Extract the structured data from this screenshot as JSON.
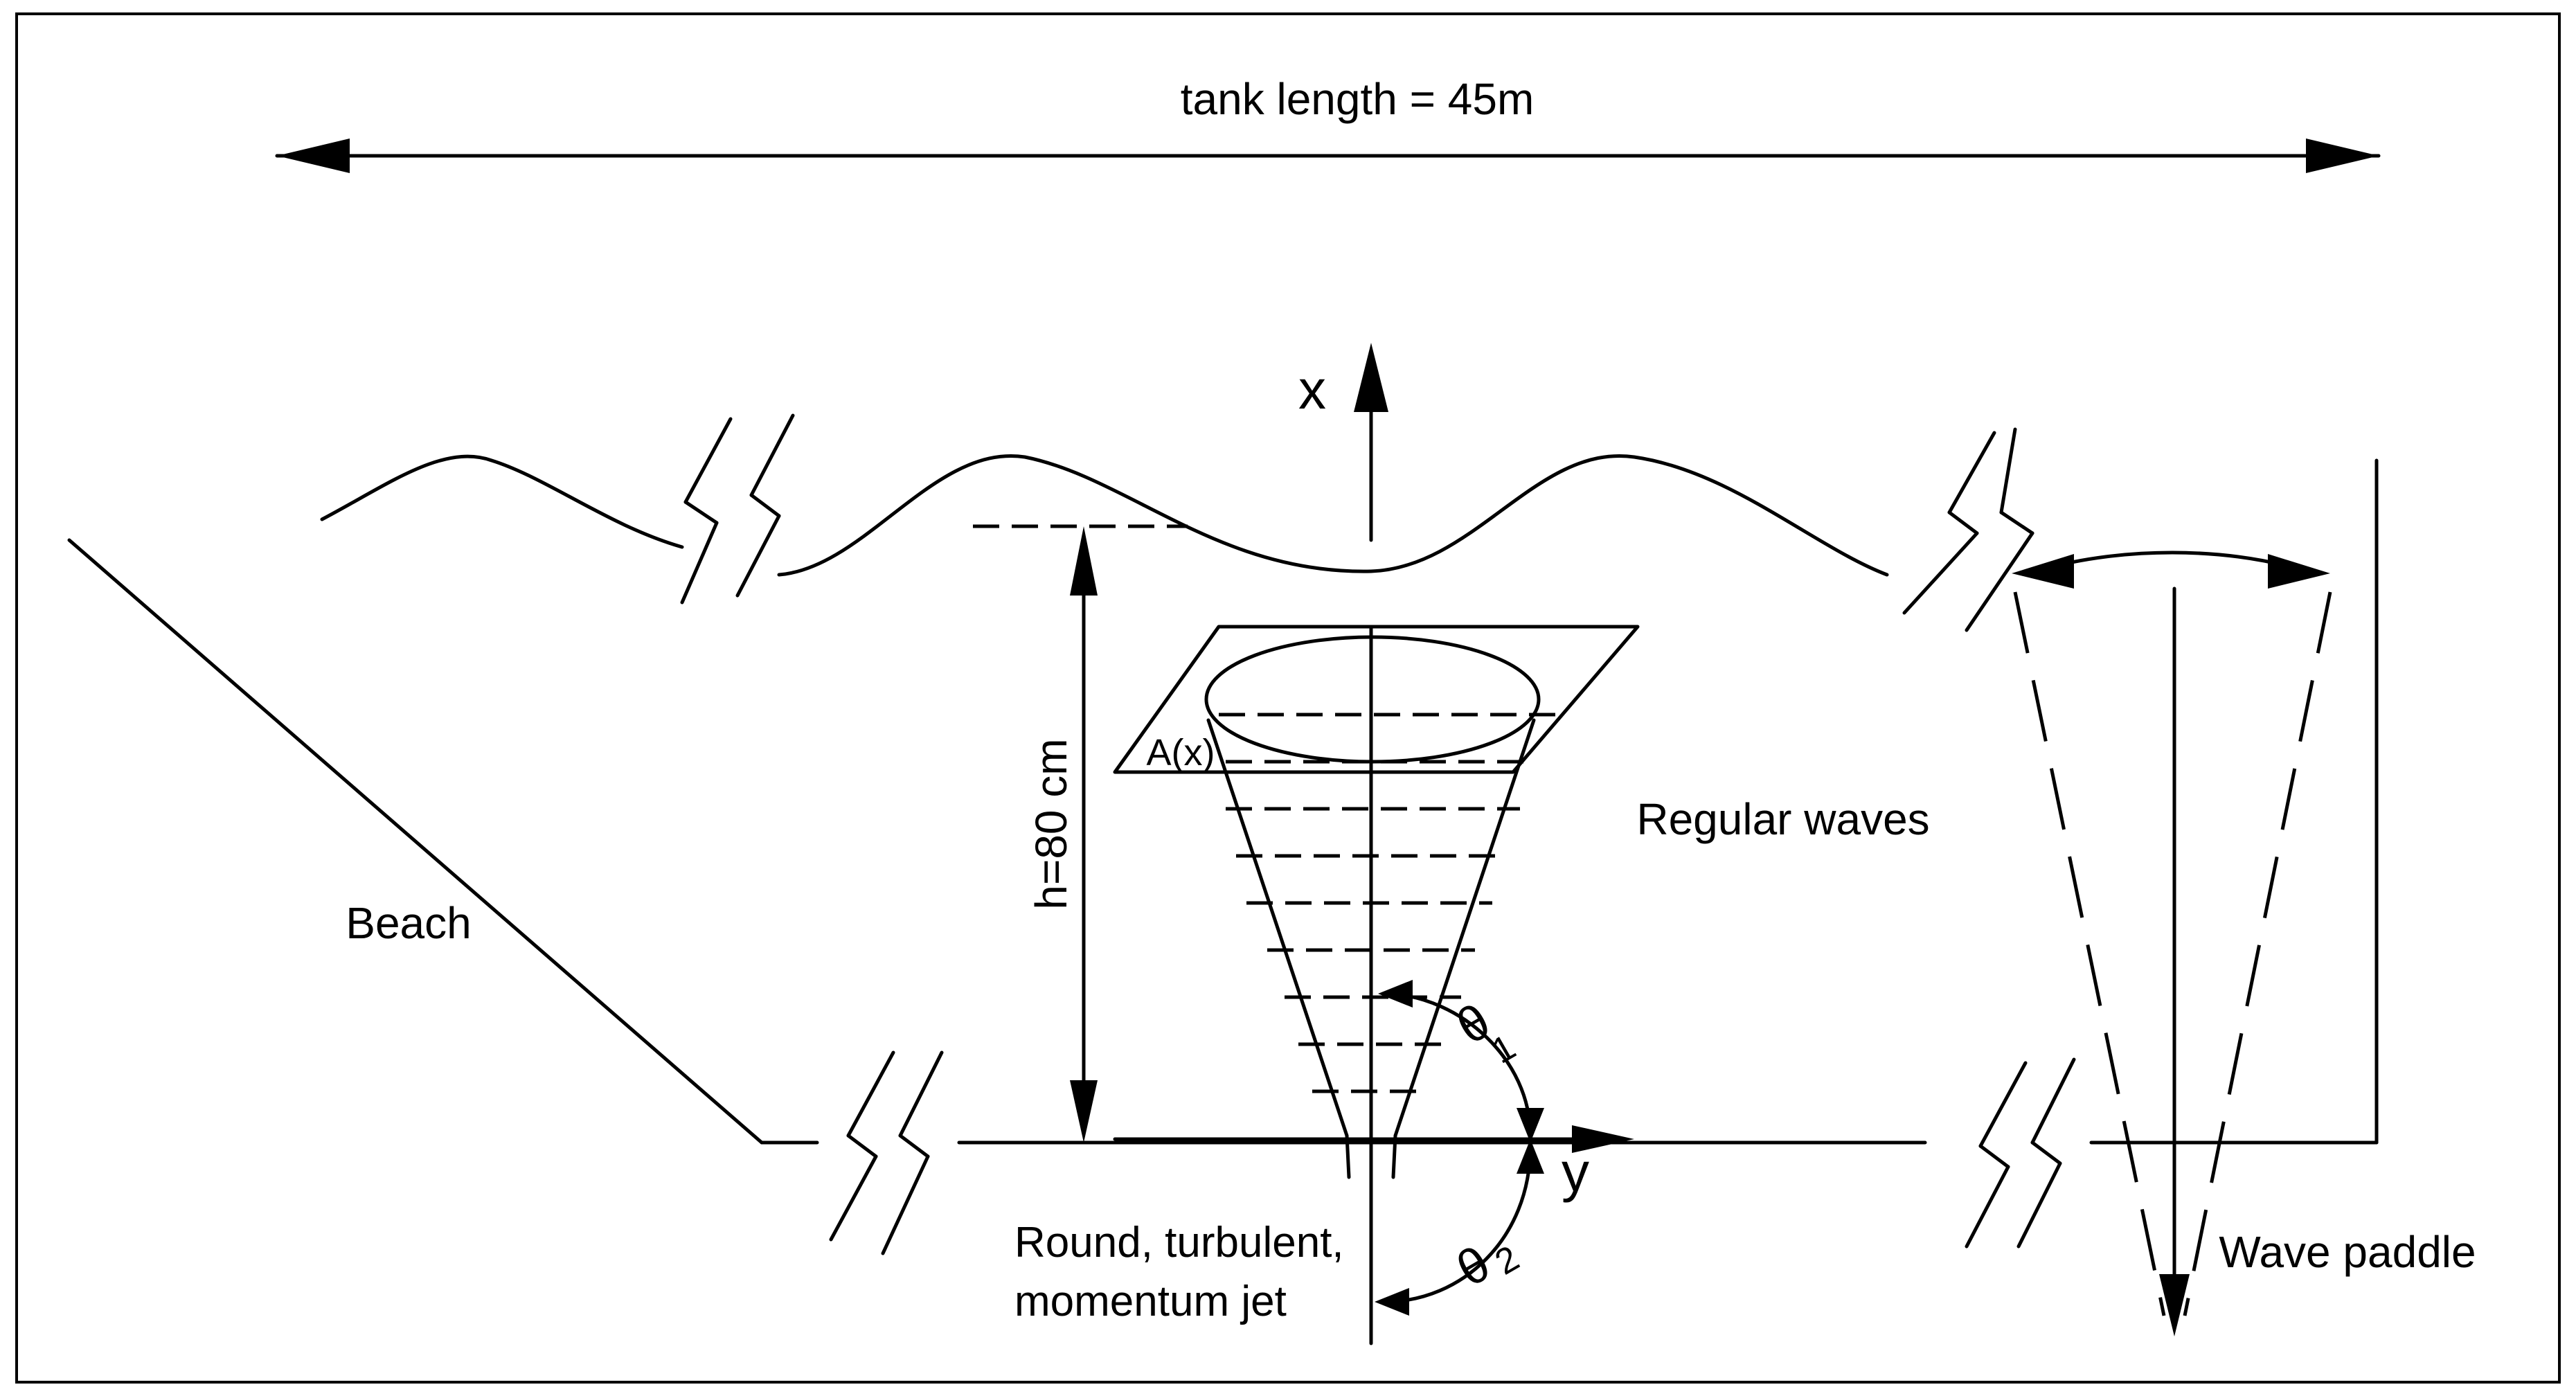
{
  "labels": {
    "tank_length": "tank length = 45m",
    "x_axis": "x",
    "y_axis": "y",
    "depth": "h=80 cm",
    "area": "A(x)",
    "regular_waves": "Regular waves",
    "beach": "Beach",
    "jet_line1": "Round, turbulent,",
    "jet_line2": "momentum jet",
    "wave_paddle": "Wave paddle",
    "theta1": "θ",
    "theta1_sub": "1",
    "theta2": "θ",
    "theta2_sub": "2"
  }
}
